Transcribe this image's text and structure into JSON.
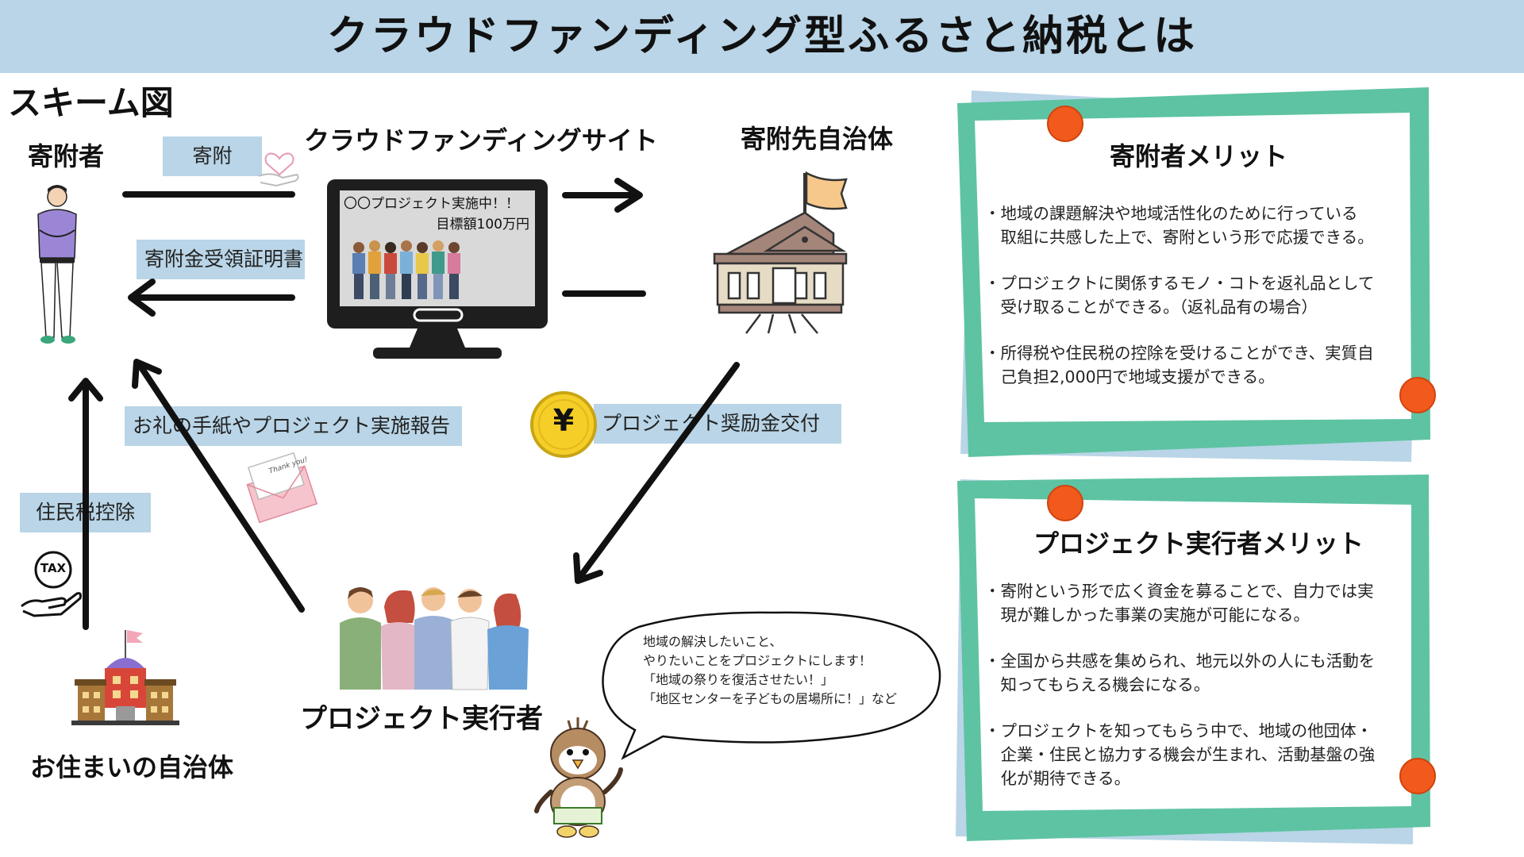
{
  "header": {
    "title": "クラウドファンディング型ふるさと納税とは"
  },
  "scheme": {
    "title": "スキーム図",
    "donor": "寄附者",
    "site": "クラウドファンディングサイト",
    "municipality": "寄附先自治体",
    "executor": "プロジェクト実行者",
    "home_municipality": "お住まいの自治体",
    "monitor": {
      "line1": "〇〇プロジェクト実施中！！",
      "line2": "目標額100万円"
    },
    "tags": {
      "donation": "寄附",
      "certificate": "寄附金受領証明書",
      "thanks": "お礼の手紙やプロジェクト実施報告",
      "tax_deduction": "住民税控除",
      "grant": "プロジェクト奨励金交付"
    },
    "tax_icon_text": "TAX",
    "yen_symbol": "¥",
    "letter_text": "Thank you!",
    "speech": [
      "地域の解決したいこと、",
      "やりたいことをプロジェクトにします！",
      "「地域の祭りを復活させたい！」",
      "「地区センターを子どもの居場所に！」など"
    ]
  },
  "cards": {
    "donor_merit": {
      "title": "寄附者メリット",
      "items": [
        [
          "・地域の課題解決や地域活性化のために行っている",
          "　取組に共感した上で、寄附という形で応援できる。"
        ],
        [
          "・プロジェクトに関係するモノ・コトを返礼品として",
          "　受け取ることができる。（返礼品有の場合）"
        ],
        [
          "・所得税や住民税の控除を受けることができ、実質自",
          "　己負担2,000円で地域支援ができる。"
        ]
      ]
    },
    "executor_merit": {
      "title": "プロジェクト実行者メリット",
      "items": [
        [
          "・寄附という形で広く資金を募ることで、自力では実",
          "　現が難しかった事業の実施が可能になる。"
        ],
        [
          "・全国から共感を集められ、地元以外の人にも活動を",
          "　知ってもらえる機会になる。"
        ],
        [
          "・プロジェクトを知ってもらう中で、地域の他団体・",
          "　企業・住民と協力する機会が生まれ、活動基盤の強",
          "　化が期待できる。"
        ]
      ]
    }
  },
  "colors": {
    "header_bg": "#b9d5e7",
    "card_border": "#5ec3a3",
    "card_shadow": "#b9d5e7",
    "pin": "#f25a1d",
    "coin": "#f5cf28",
    "arrow": "#111111"
  }
}
